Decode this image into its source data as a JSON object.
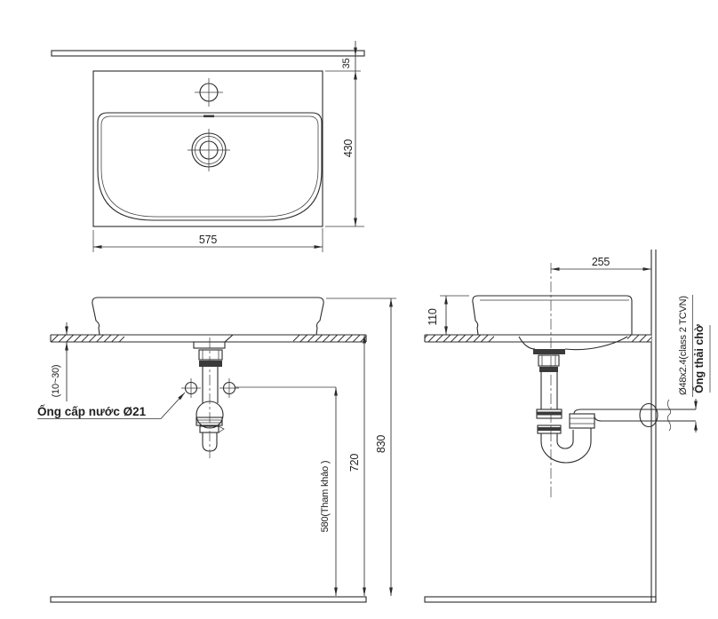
{
  "drawing": {
    "title": "Lavatory installation drawing",
    "line_color": "#2b2b2b",
    "plan": {
      "width": "575",
      "depth": "430",
      "wall_gap": "35"
    },
    "front": {
      "counter_thickness": "(10~30)",
      "supply_pipe_label": "Ống cấp nước Ø21",
      "ref_height": "580(Tham khảo )",
      "counter_height": "720",
      "overall_height": "830"
    },
    "side": {
      "drain_offset": "255",
      "rim_above_counter": "110",
      "waste_pipe_spec": "Ø48x2.4(class 2 TCVN)",
      "waste_pipe_label": "Ống thải chờ"
    }
  }
}
